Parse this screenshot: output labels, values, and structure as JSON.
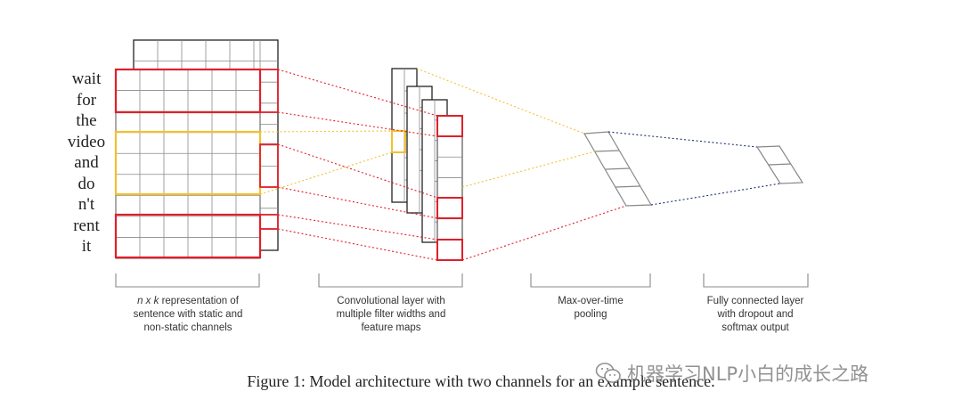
{
  "sentence": {
    "words": [
      "wait",
      "for",
      "the",
      "video",
      "and",
      "do",
      "n't",
      "rent",
      "it"
    ]
  },
  "labels": {
    "representation": {
      "prefix": "n x k",
      "line1_rest": " representation of",
      "line2": "sentence with static and",
      "line3": "non-static channels"
    },
    "conv": {
      "line1": "Convolutional layer with",
      "line2": "multiple filter widths and",
      "line3": "feature maps"
    },
    "pool": {
      "line1": "Max-over-time",
      "line2": "pooling"
    },
    "fc": {
      "line1": "Fully connected layer",
      "line2": "with dropout and",
      "line3": "softmax output"
    }
  },
  "caption": "Figure 1: Model architecture with two channels for an example sentence.",
  "watermark": {
    "text": "机器学习NLP小白的成长之路",
    "icon": "wechat-icon"
  },
  "colors": {
    "grid": "#7a7a7a",
    "frame": "#222222",
    "red": "#e0202a",
    "yellow": "#f2c12e",
    "navy": "#1e2f6b",
    "pool": "#888888"
  }
}
